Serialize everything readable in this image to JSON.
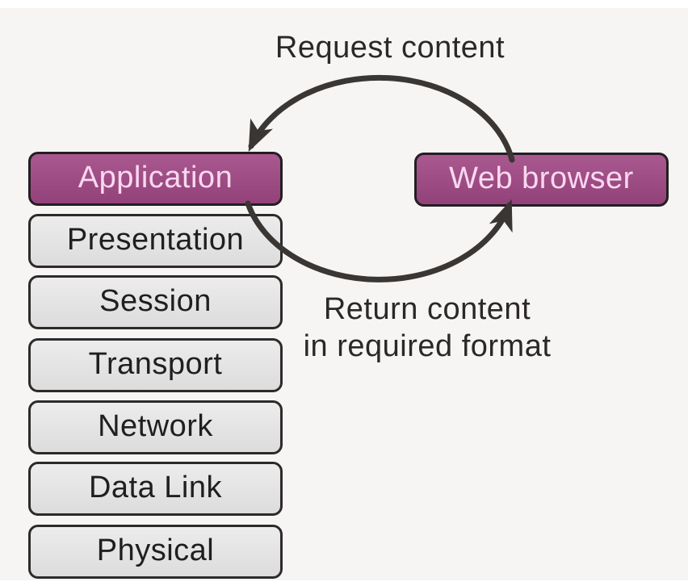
{
  "diagram": {
    "title_hint": "OSI layers with web browser request/response cycle",
    "nodes": {
      "web_browser": {
        "label": "Web browser",
        "highlighted": true
      }
    },
    "osi_layers": [
      {
        "label": "Application",
        "highlighted": true
      },
      {
        "label": "Presentation",
        "highlighted": false
      },
      {
        "label": "Session",
        "highlighted": false
      },
      {
        "label": "Transport",
        "highlighted": false
      },
      {
        "label": "Network",
        "highlighted": false
      },
      {
        "label": "Data Link",
        "highlighted": false
      },
      {
        "label": "Physical",
        "highlighted": false
      }
    ],
    "arrows": [
      {
        "name": "request",
        "from": "Web browser",
        "to": "Application",
        "label": "Request content"
      },
      {
        "name": "return",
        "from": "Application",
        "to": "Web browser",
        "label": "Return content\nin required format"
      }
    ]
  },
  "labels": {
    "request": "Request content",
    "return": "Return content\nin required format"
  },
  "colors": {
    "canvas_bg": "#f6f5f4",
    "edge_strip": "#ffffff",
    "highlight_fill": "#a04e87",
    "highlight_border": "#231e22",
    "highlight_text": "#fad8f0",
    "layer_fill": "#e6e5e5",
    "layer_border": "#2d2a2a",
    "layer_text": "#1f1f1f",
    "arrow": "#3a3634",
    "label_text": "#2b2827"
  }
}
